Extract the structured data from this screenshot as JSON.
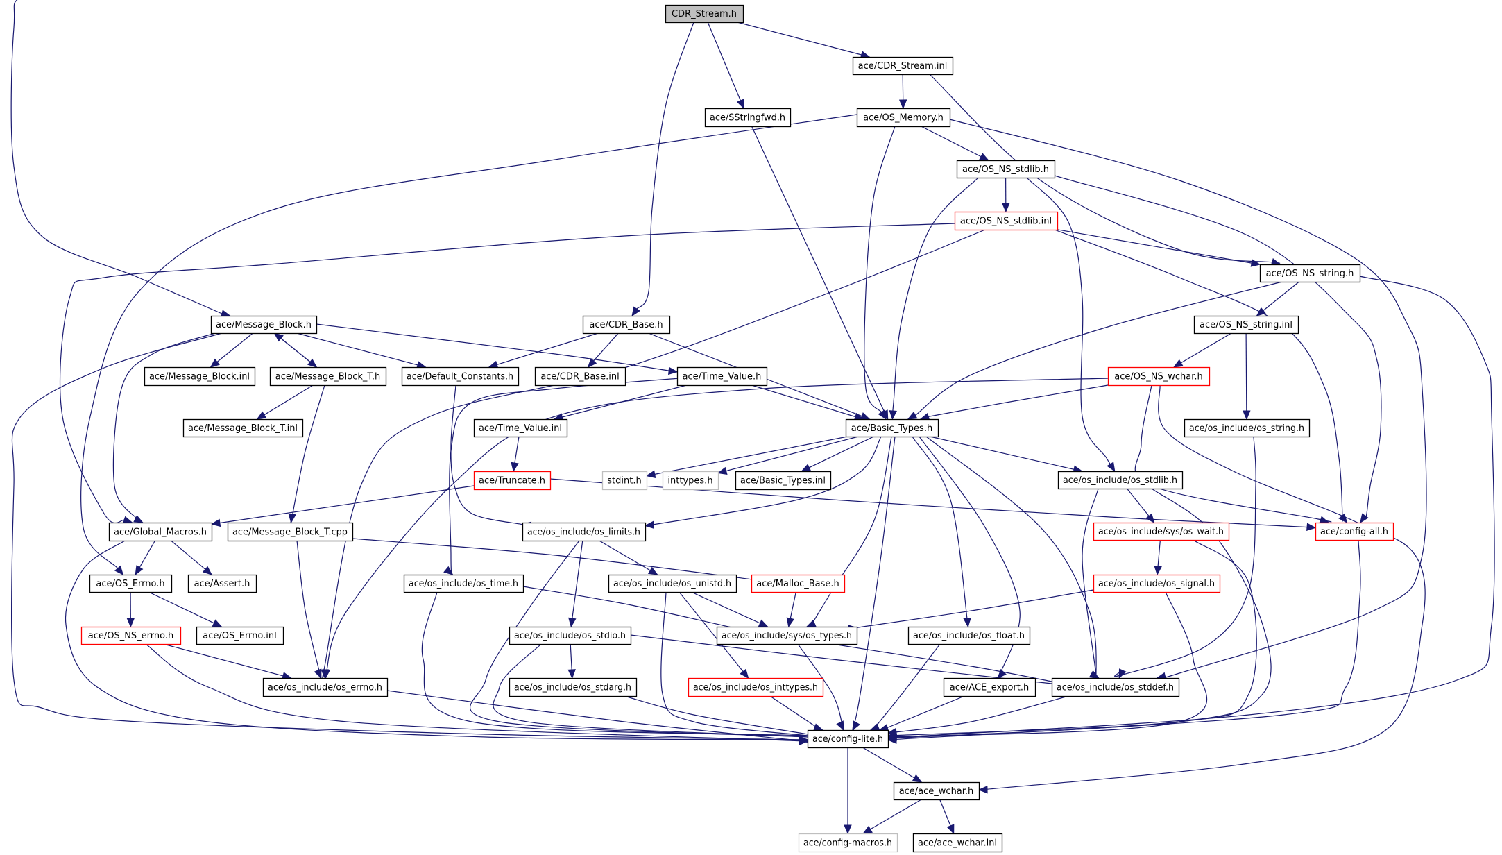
{
  "diagram": {
    "title": "CDR_Stream.h",
    "kind": "include dependency graph",
    "colors": {
      "edge": "#191970",
      "node_border": "#000000",
      "root_fill": "#bfbfbf",
      "truncated_border": "#ff0000",
      "external_border": "#bfbfbf"
    },
    "nodes": [
      {
        "id": "cdr_stream_h",
        "label": "CDR_Stream.h",
        "style": "root"
      },
      {
        "id": "cdr_stream_inl",
        "label": "ace/CDR_Stream.inl",
        "style": "normal"
      },
      {
        "id": "sstringfwd_h",
        "label": "ace/SStringfwd.h",
        "style": "normal"
      },
      {
        "id": "os_memory_h",
        "label": "ace/OS_Memory.h",
        "style": "normal"
      },
      {
        "id": "os_ns_stdlib_h",
        "label": "ace/OS_NS_stdlib.h",
        "style": "normal"
      },
      {
        "id": "os_ns_stdlib_inl",
        "label": "ace/OS_NS_stdlib.inl",
        "style": "incomplete"
      },
      {
        "id": "os_ns_string_h",
        "label": "ace/OS_NS_string.h",
        "style": "normal"
      },
      {
        "id": "os_ns_string_inl",
        "label": "ace/OS_NS_string.inl",
        "style": "normal"
      },
      {
        "id": "os_ns_wchar_h",
        "label": "ace/OS_NS_wchar.h",
        "style": "incomplete"
      },
      {
        "id": "os_string_h",
        "label": "ace/os_include/os_string.h",
        "style": "normal"
      },
      {
        "id": "message_block_h",
        "label": "ace/Message_Block.h",
        "style": "normal"
      },
      {
        "id": "message_block_inl",
        "label": "ace/Message_Block.inl",
        "style": "normal"
      },
      {
        "id": "message_block_t_h",
        "label": "ace/Message_Block_T.h",
        "style": "normal"
      },
      {
        "id": "message_block_t_inl",
        "label": "ace/Message_Block_T.inl",
        "style": "normal"
      },
      {
        "id": "default_constants_h",
        "label": "ace/Default_Constants.h",
        "style": "normal"
      },
      {
        "id": "cdr_base_h",
        "label": "ace/CDR_Base.h",
        "style": "normal"
      },
      {
        "id": "cdr_base_inl",
        "label": "ace/CDR_Base.inl",
        "style": "normal"
      },
      {
        "id": "time_value_h",
        "label": "ace/Time_Value.h",
        "style": "normal"
      },
      {
        "id": "time_value_inl",
        "label": "ace/Time_Value.inl",
        "style": "normal"
      },
      {
        "id": "truncate_h",
        "label": "ace/Truncate.h",
        "style": "incomplete"
      },
      {
        "id": "basic_types_h",
        "label": "ace/Basic_Types.h",
        "style": "normal"
      },
      {
        "id": "stdint_h",
        "label": "stdint.h",
        "style": "external"
      },
      {
        "id": "inttypes_h",
        "label": "inttypes.h",
        "style": "external"
      },
      {
        "id": "basic_types_inl",
        "label": "ace/Basic_Types.inl",
        "style": "normal"
      },
      {
        "id": "os_stdlib_h",
        "label": "ace/os_include/os_stdlib.h",
        "style": "normal"
      },
      {
        "id": "os_wait_h",
        "label": "ace/os_include/sys/os_wait.h",
        "style": "incomplete"
      },
      {
        "id": "config_all_h",
        "label": "ace/config-all.h",
        "style": "incomplete"
      },
      {
        "id": "os_signal_h",
        "label": "ace/os_include/os_signal.h",
        "style": "incomplete"
      },
      {
        "id": "global_macros_h",
        "label": "ace/Global_Macros.h",
        "style": "normal"
      },
      {
        "id": "message_block_t_cpp",
        "label": "ace/Message_Block_T.cpp",
        "style": "normal"
      },
      {
        "id": "os_errno_ace_h",
        "label": "ace/OS_Errno.h",
        "style": "normal"
      },
      {
        "id": "assert_h",
        "label": "ace/Assert.h",
        "style": "normal"
      },
      {
        "id": "os_ns_errno_h",
        "label": "ace/OS_NS_errno.h",
        "style": "incomplete"
      },
      {
        "id": "os_errno_inl",
        "label": "ace/OS_Errno.inl",
        "style": "normal"
      },
      {
        "id": "os_include_errno_h",
        "label": "ace/os_include/os_errno.h",
        "style": "normal"
      },
      {
        "id": "os_limits_h",
        "label": "ace/os_include/os_limits.h",
        "style": "normal"
      },
      {
        "id": "os_time_h",
        "label": "ace/os_include/os_time.h",
        "style": "normal"
      },
      {
        "id": "os_unistd_h",
        "label": "ace/os_include/os_unistd.h",
        "style": "normal"
      },
      {
        "id": "malloc_base_h",
        "label": "ace/Malloc_Base.h",
        "style": "incomplete"
      },
      {
        "id": "os_stdio_h",
        "label": "ace/os_include/os_stdio.h",
        "style": "normal"
      },
      {
        "id": "os_types_h",
        "label": "ace/os_include/sys/os_types.h",
        "style": "normal"
      },
      {
        "id": "os_float_h",
        "label": "ace/os_include/os_float.h",
        "style": "normal"
      },
      {
        "id": "os_stdarg_h",
        "label": "ace/os_include/os_stdarg.h",
        "style": "normal"
      },
      {
        "id": "os_inttypes_h",
        "label": "ace/os_include/os_inttypes.h",
        "style": "incomplete"
      },
      {
        "id": "ace_export_h",
        "label": "ace/ACE_export.h",
        "style": "normal"
      },
      {
        "id": "os_stddef_h",
        "label": "ace/os_include/os_stddef.h",
        "style": "normal"
      },
      {
        "id": "config_lite_h",
        "label": "ace/config-lite.h",
        "style": "normal"
      },
      {
        "id": "ace_wchar_h",
        "label": "ace/ace_wchar.h",
        "style": "normal"
      },
      {
        "id": "config_macros_h",
        "label": "ace/config-macros.h",
        "style": "external"
      },
      {
        "id": "ace_wchar_inl",
        "label": "ace/ace_wchar.inl",
        "style": "normal"
      }
    ],
    "edges": [
      [
        "cdr_stream_h",
        "cdr_stream_inl"
      ],
      [
        "cdr_stream_h",
        "sstringfwd_h"
      ],
      [
        "cdr_stream_h",
        "cdr_base_h"
      ],
      [
        "cdr_stream_h",
        "message_block_h"
      ],
      [
        "cdr_stream_inl",
        "os_memory_h"
      ],
      [
        "cdr_stream_inl",
        "os_ns_string_h"
      ],
      [
        "sstringfwd_h",
        "basic_types_h"
      ],
      [
        "os_memory_h",
        "os_ns_stdlib_h"
      ],
      [
        "os_memory_h",
        "basic_types_h"
      ],
      [
        "os_memory_h",
        "os_errno_ace_h"
      ],
      [
        "os_memory_h",
        "os_stddef_h"
      ],
      [
        "os_ns_stdlib_h",
        "os_ns_stdlib_inl"
      ],
      [
        "os_ns_stdlib_h",
        "basic_types_h"
      ],
      [
        "os_ns_stdlib_h",
        "os_stdlib_h"
      ],
      [
        "os_ns_stdlib_h",
        "config_all_h"
      ],
      [
        "os_ns_stdlib_inl",
        "os_ns_string_h"
      ],
      [
        "os_ns_stdlib_inl",
        "global_macros_h"
      ],
      [
        "os_ns_stdlib_inl",
        "os_include_errno_h"
      ],
      [
        "os_ns_stdlib_inl",
        "config_all_h"
      ],
      [
        "os_ns_string_h",
        "os_ns_string_inl"
      ],
      [
        "os_ns_string_h",
        "basic_types_h"
      ],
      [
        "os_ns_string_h",
        "config_lite_h"
      ],
      [
        "os_ns_string_inl",
        "os_ns_wchar_h"
      ],
      [
        "os_ns_string_inl",
        "os_string_h"
      ],
      [
        "os_ns_wchar_h",
        "basic_types_h"
      ],
      [
        "os_ns_wchar_h",
        "os_include_errno_h"
      ],
      [
        "os_ns_wchar_h",
        "config_all_h"
      ],
      [
        "os_ns_wchar_h",
        "ace_wchar_h"
      ],
      [
        "os_string_h",
        "os_stddef_h"
      ],
      [
        "message_block_h",
        "message_block_inl"
      ],
      [
        "message_block_h",
        "message_block_t_h"
      ],
      [
        "message_block_h",
        "default_constants_h"
      ],
      [
        "message_block_h",
        "time_value_h"
      ],
      [
        "message_block_h",
        "global_macros_h"
      ],
      [
        "message_block_h",
        "config_lite_h"
      ],
      [
        "message_block_t_h",
        "message_block_h"
      ],
      [
        "message_block_t_h",
        "message_block_t_inl"
      ],
      [
        "message_block_t_h",
        "message_block_t_cpp"
      ],
      [
        "default_constants_h",
        "os_limits_h"
      ],
      [
        "cdr_base_h",
        "default_constants_h"
      ],
      [
        "cdr_base_h",
        "cdr_base_inl"
      ],
      [
        "cdr_base_h",
        "basic_types_h"
      ],
      [
        "time_value_h",
        "time_value_inl"
      ],
      [
        "time_value_h",
        "basic_types_h"
      ],
      [
        "time_value_h",
        "os_time_h"
      ],
      [
        "time_value_inl",
        "truncate_h"
      ],
      [
        "truncate_h",
        "global_macros_h"
      ],
      [
        "truncate_h",
        "config_all_h"
      ],
      [
        "basic_types_h",
        "stdint_h"
      ],
      [
        "basic_types_h",
        "inttypes_h"
      ],
      [
        "basic_types_h",
        "basic_types_inl"
      ],
      [
        "basic_types_h",
        "os_limits_h"
      ],
      [
        "basic_types_h",
        "os_stdlib_h"
      ],
      [
        "basic_types_h",
        "os_types_h"
      ],
      [
        "basic_types_h",
        "os_float_h"
      ],
      [
        "basic_types_h",
        "ace_export_h"
      ],
      [
        "basic_types_h",
        "os_stddef_h"
      ],
      [
        "basic_types_h",
        "config_lite_h"
      ],
      [
        "os_stdlib_h",
        "os_wait_h"
      ],
      [
        "os_stdlib_h",
        "os_stddef_h"
      ],
      [
        "os_stdlib_h",
        "config_lite_h"
      ],
      [
        "os_wait_h",
        "os_signal_h"
      ],
      [
        "os_wait_h",
        "config_lite_h"
      ],
      [
        "os_signal_h",
        "os_types_h"
      ],
      [
        "os_signal_h",
        "config_lite_h"
      ],
      [
        "config_all_h",
        "config_lite_h"
      ],
      [
        "global_macros_h",
        "os_errno_ace_h"
      ],
      [
        "global_macros_h",
        "assert_h"
      ],
      [
        "global_macros_h",
        "config_lite_h"
      ],
      [
        "os_errno_ace_h",
        "os_ns_errno_h"
      ],
      [
        "os_errno_ace_h",
        "os_errno_inl"
      ],
      [
        "os_ns_errno_h",
        "os_include_errno_h"
      ],
      [
        "os_ns_errno_h",
        "config_lite_h"
      ],
      [
        "message_block_t_cpp",
        "os_include_errno_h"
      ],
      [
        "message_block_t_cpp",
        "malloc_base_h"
      ],
      [
        "os_include_errno_h",
        "config_lite_h"
      ],
      [
        "os_limits_h",
        "os_unistd_h"
      ],
      [
        "os_limits_h",
        "os_stdio_h"
      ],
      [
        "os_limits_h",
        "config_lite_h"
      ],
      [
        "os_time_h",
        "os_types_h"
      ],
      [
        "os_time_h",
        "config_lite_h"
      ],
      [
        "os_unistd_h",
        "os_types_h"
      ],
      [
        "os_unistd_h",
        "os_inttypes_h"
      ],
      [
        "os_unistd_h",
        "config_lite_h"
      ],
      [
        "malloc_base_h",
        "os_types_h"
      ],
      [
        "os_stdio_h",
        "os_stdarg_h"
      ],
      [
        "os_stdio_h",
        "os_stddef_h"
      ],
      [
        "os_stdio_h",
        "config_lite_h"
      ],
      [
        "os_types_h",
        "os_stddef_h"
      ],
      [
        "os_types_h",
        "config_lite_h"
      ],
      [
        "os_stdarg_h",
        "config_lite_h"
      ],
      [
        "os_inttypes_h",
        "config_lite_h"
      ],
      [
        "os_float_h",
        "config_lite_h"
      ],
      [
        "ace_export_h",
        "config_lite_h"
      ],
      [
        "os_stddef_h",
        "config_lite_h"
      ],
      [
        "config_lite_h",
        "config_macros_h"
      ],
      [
        "config_lite_h",
        "ace_wchar_h"
      ],
      [
        "ace_wchar_h",
        "config_macros_h"
      ],
      [
        "ace_wchar_h",
        "ace_wchar_inl"
      ]
    ]
  }
}
